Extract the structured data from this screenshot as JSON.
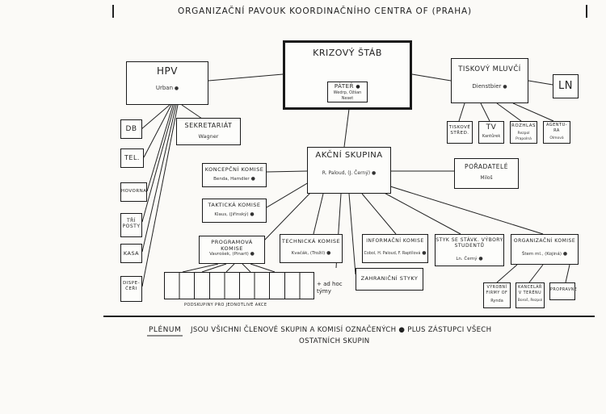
{
  "title": "ORGANIZAČNÍ PAVOUK KOORDINAČNÍHO CENTRA OF (PRAHA)",
  "nodes": {
    "krizovy_stab": "KRIZOVÝ ŠTÁB",
    "pater": "PÁTEŘ",
    "pater_names": "Wedrp, Ožšan\nNeset",
    "hpv": "HPV",
    "hpv_name": "Urban",
    "sekretariat": "SEKRETARIÁT",
    "sekretariat_name": "Wagner",
    "tiskovy_mluvci": "TISKOVÝ MLUVČÍ",
    "tiskovy_mluvci_name": "Dienstbier",
    "ln": "LN",
    "tiskove_stred": "TISKOVÉ STŘED.",
    "tv": "TV",
    "tv_name": "Kantůrek",
    "rozhlas": "ROZHLAS",
    "rozhlas_name": "Rezpol Prapolná",
    "agentura": "AGENTU-RA",
    "agentura_name": "Olmová",
    "db": "DB",
    "tel": "TEL.",
    "hovorna": "HOVORNA",
    "triposty": "TŘÍ POSTY",
    "kasa": "KASA",
    "dispeceri": "DISPE-ČEŘI",
    "akcni_skupina": "AKČNÍ SKUPINA",
    "akcni_skupina_names": "R. Paloud, (J. Černý)",
    "koncepcni": "KONCEPČNÍ KOMISE",
    "koncepcni_names": "Benda, Hamdler",
    "takticka": "TAKTICKÁ KOMISE",
    "takticka_names": "Klaus, (Jiřinský)",
    "programova": "PROGRAMOVÁ KOMISE",
    "programova_names": "Vavrošek, (Pinart)",
    "technicka": "TECHNICKÁ KOMISE",
    "technicka_names": "Kvačák, (Trožil)",
    "informacni": "INFORMAČNÍ KOMISE",
    "informacni_names": "Cobol, H. Paloud, F. Raptílová",
    "styk": "STYK SE STÁVK. VÝBORY STUDENTŮ",
    "styk_names": "Ln. Černý",
    "organizacni": "ORGANIZAČNÍ KOMISE",
    "organizacni_names": "Štem ml., (Kojiná)",
    "poradatele": "POŘADATELÉ",
    "poradatele_name": "Miloš",
    "zahranicni": "ZAHRANIČNÍ STYKY",
    "vyrobni": "VÝROBNÍ FIRMY OF",
    "vyrobni_name": "Rynda",
    "kanc": "KANCELÁŘ V TERÉNU",
    "kanc_name": "Boroš, Rezpol",
    "propravne": "PROPRAVNE",
    "podskupiny": "PODSKUPINY PRO JEDNOTLIVÉ AKCE",
    "ad_hoc": "+ ad hoc týmy"
  },
  "footer": {
    "plenum": "PLÉNUM",
    "line1": "JSOU VŠICHNI ČLENOVÉ SKUPIN A KOMISÍ OZNAČENÝCH ● PLUS ZÁSTUPCI VŠECH",
    "line2": "OSTATNÍCH SKUPIN"
  }
}
